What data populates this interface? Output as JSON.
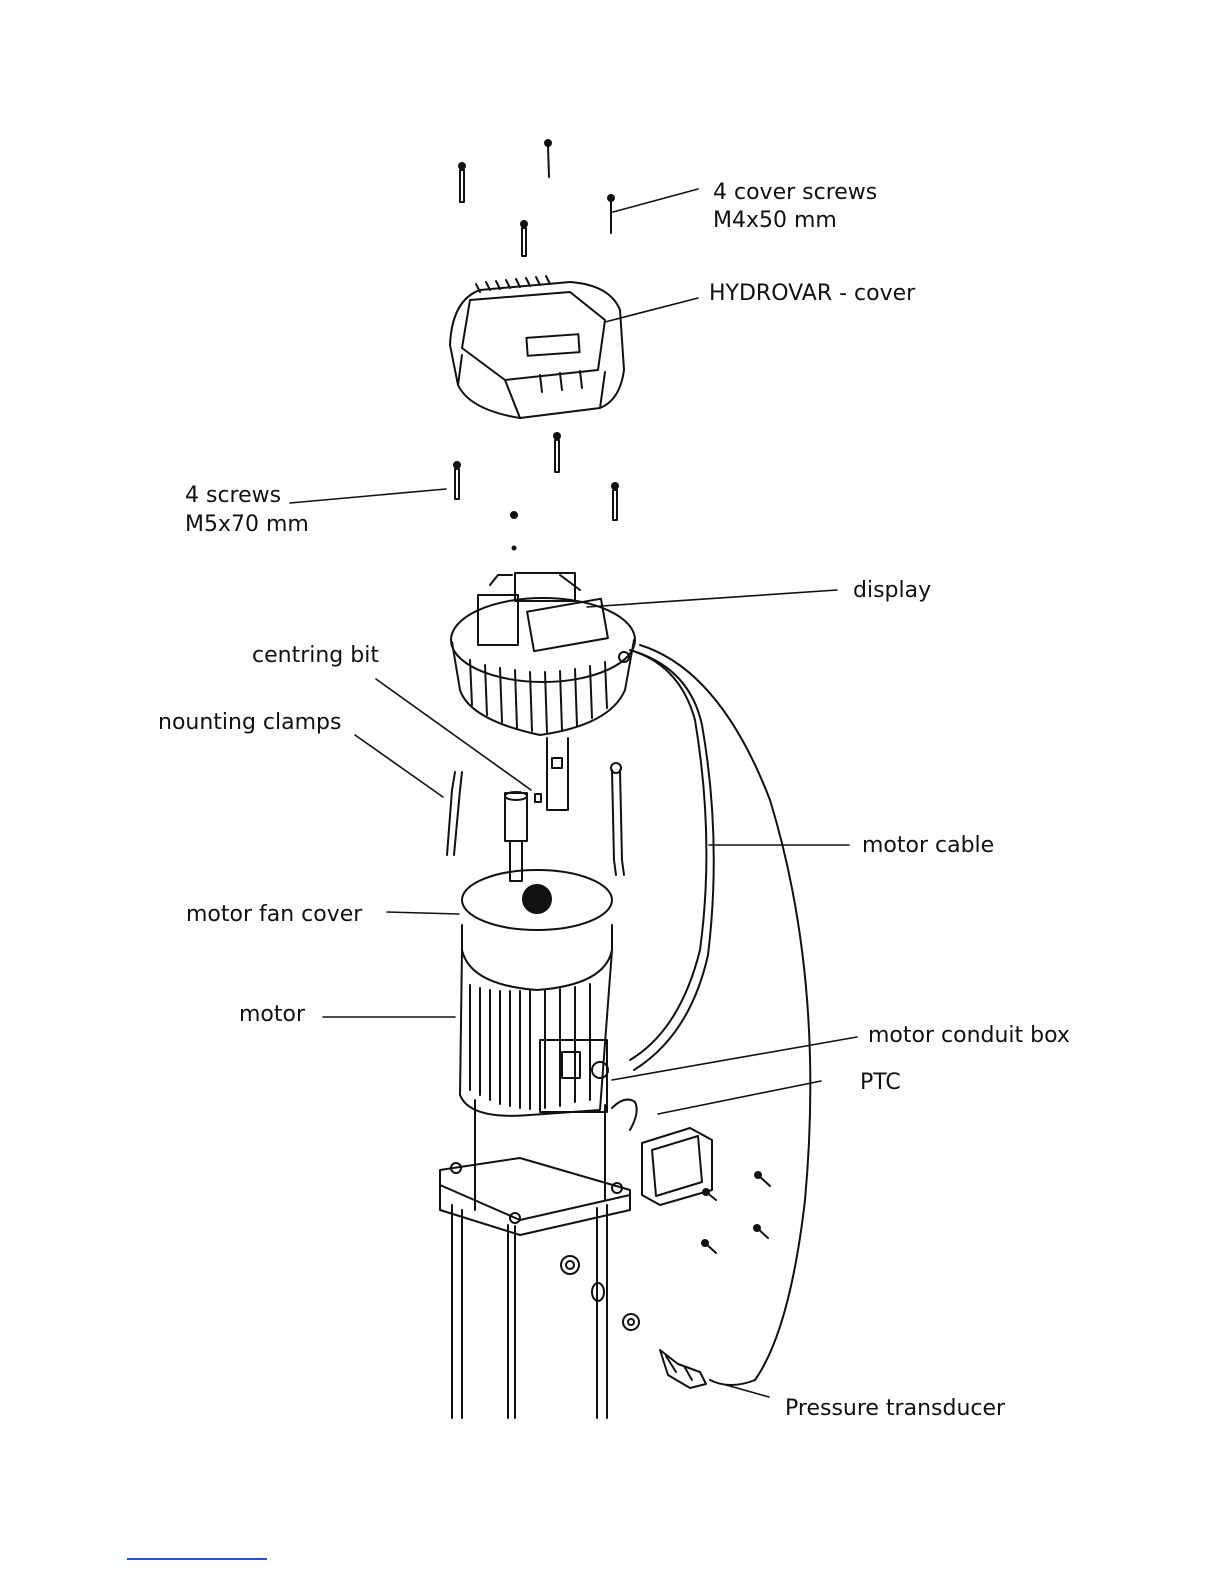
{
  "labels": {
    "cover_screws": "4 cover screws",
    "cover_screws_size": "M4x50 mm",
    "hydrovar_cover": "HYDROVAR - cover",
    "screws": "4 screws",
    "screws_size": "M5x70 mm",
    "display": "display",
    "centring_bit": "centring bit",
    "mounting_clamps": "nounting clamps",
    "motor_cable": "motor cable",
    "motor_fan_cover": "motor fan cover",
    "motor": "motor",
    "motor_conduit_box": "motor conduit box",
    "ptc": "PTC",
    "pressure_transducer": "Pressure transducer"
  },
  "colors": {
    "ink": "#111111",
    "footer_rule": "#2a4fd6"
  }
}
